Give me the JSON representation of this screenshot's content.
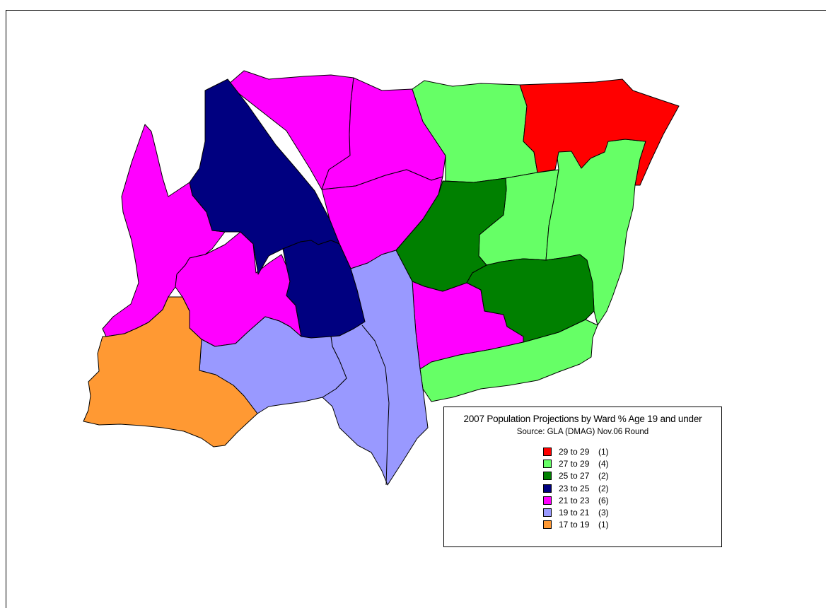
{
  "legend": {
    "title": "2007 Population Projections by Ward  % Age 19 and under",
    "source": "Source: GLA (DMAG) Nov.06 Round",
    "classes": [
      {
        "range": "29 to 29",
        "count": "(1)",
        "color": "#ff0000"
      },
      {
        "range": "27 to 29",
        "count": "(4)",
        "color": "#66ff66"
      },
      {
        "range": "25 to 27",
        "count": "(2)",
        "color": "#008000"
      },
      {
        "range": "23 to 25",
        "count": "(2)",
        "color": "#000080"
      },
      {
        "range": "21 to 23",
        "count": "(6)",
        "color": "#ff00ff"
      },
      {
        "range": "19 to 21",
        "count": "(3)",
        "color": "#9999ff"
      },
      {
        "range": "17 to 19",
        "count": "(1)",
        "color": "#ff9933"
      }
    ]
  },
  "wards": [
    {
      "class": "21 to 23"
    },
    {
      "class": "21 to 23"
    },
    {
      "class": "21 to 23"
    },
    {
      "class": "21 to 23"
    },
    {
      "class": "21 to 23"
    },
    {
      "class": "21 to 23"
    },
    {
      "class": "23 to 25"
    },
    {
      "class": "23 to 25"
    },
    {
      "class": "27 to 29"
    },
    {
      "class": "27 to 29"
    },
    {
      "class": "27 to 29"
    },
    {
      "class": "27 to 29"
    },
    {
      "class": "29 to 29"
    },
    {
      "class": "25 to 27"
    },
    {
      "class": "25 to 27"
    },
    {
      "class": "19 to 21"
    },
    {
      "class": "19 to 21"
    },
    {
      "class": "19 to 21"
    },
    {
      "class": "17 to 19"
    }
  ]
}
